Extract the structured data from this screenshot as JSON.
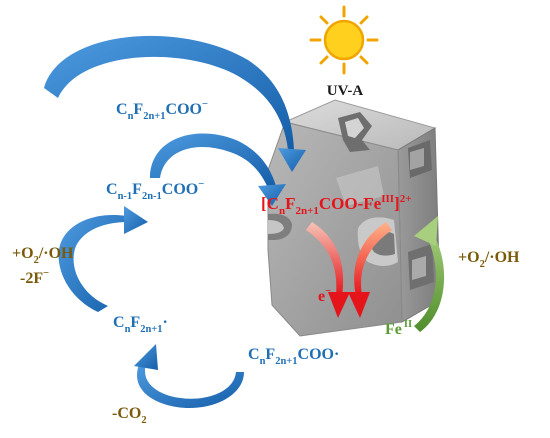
{
  "light_source": {
    "label": "UV-A",
    "icon": "sun-icon"
  },
  "catalyst": {
    "icon": "cube-catalyst-icon",
    "complex": {
      "bracket_open": "[",
      "C": "C",
      "n": "n",
      "F": "F",
      "fsub": "2n+1",
      "body": "COO-Fe",
      "fe_ox": "III",
      "bracket_close": "]",
      "charge": "2+"
    }
  },
  "species": {
    "pfca_top": {
      "C": "C",
      "n": "n",
      "F": "F",
      "fsub": "2n+1",
      "tail": "COO",
      "sup": "−"
    },
    "pfca_short": {
      "C": "C",
      "n": "n-1",
      "F": "F",
      "fsub": "2n-1",
      "tail": "COO",
      "sup": "−"
    },
    "radical": {
      "C": "C",
      "n": "n",
      "F": "F",
      "fsub": "2n+1",
      "tail": "·"
    },
    "carboxyl_radical": {
      "C": "C",
      "n": "n",
      "F": "F",
      "fsub": "2n+1",
      "tail": "COO·"
    }
  },
  "reagents": {
    "left_line1_prefix": "+O",
    "left_line1_sub": "2",
    "left_line1_suffix": "/·OH",
    "left_line2": "-2F",
    "left_line2_sup": "−",
    "right_prefix": "+O",
    "right_sub": "2",
    "right_suffix": "/·OH",
    "co2_prefix": "-CO",
    "co2_sub": "2"
  },
  "electron": {
    "label": "e",
    "sup": "−"
  },
  "fe2": {
    "label": "Fe",
    "sup": "II"
  },
  "colors": {
    "blue_text": "#1f6fb5",
    "blue_arrow": "#1b6cc0",
    "red": "#e5141b",
    "green": "#5b9a34",
    "olive": "#7a5a0a",
    "sun_fill": "#ffd11e",
    "sun_stroke": "#f0a500",
    "cube_front": "#a9a9a9",
    "cube_top": "#c9c9c9",
    "cube_side": "#8e8e8e"
  }
}
